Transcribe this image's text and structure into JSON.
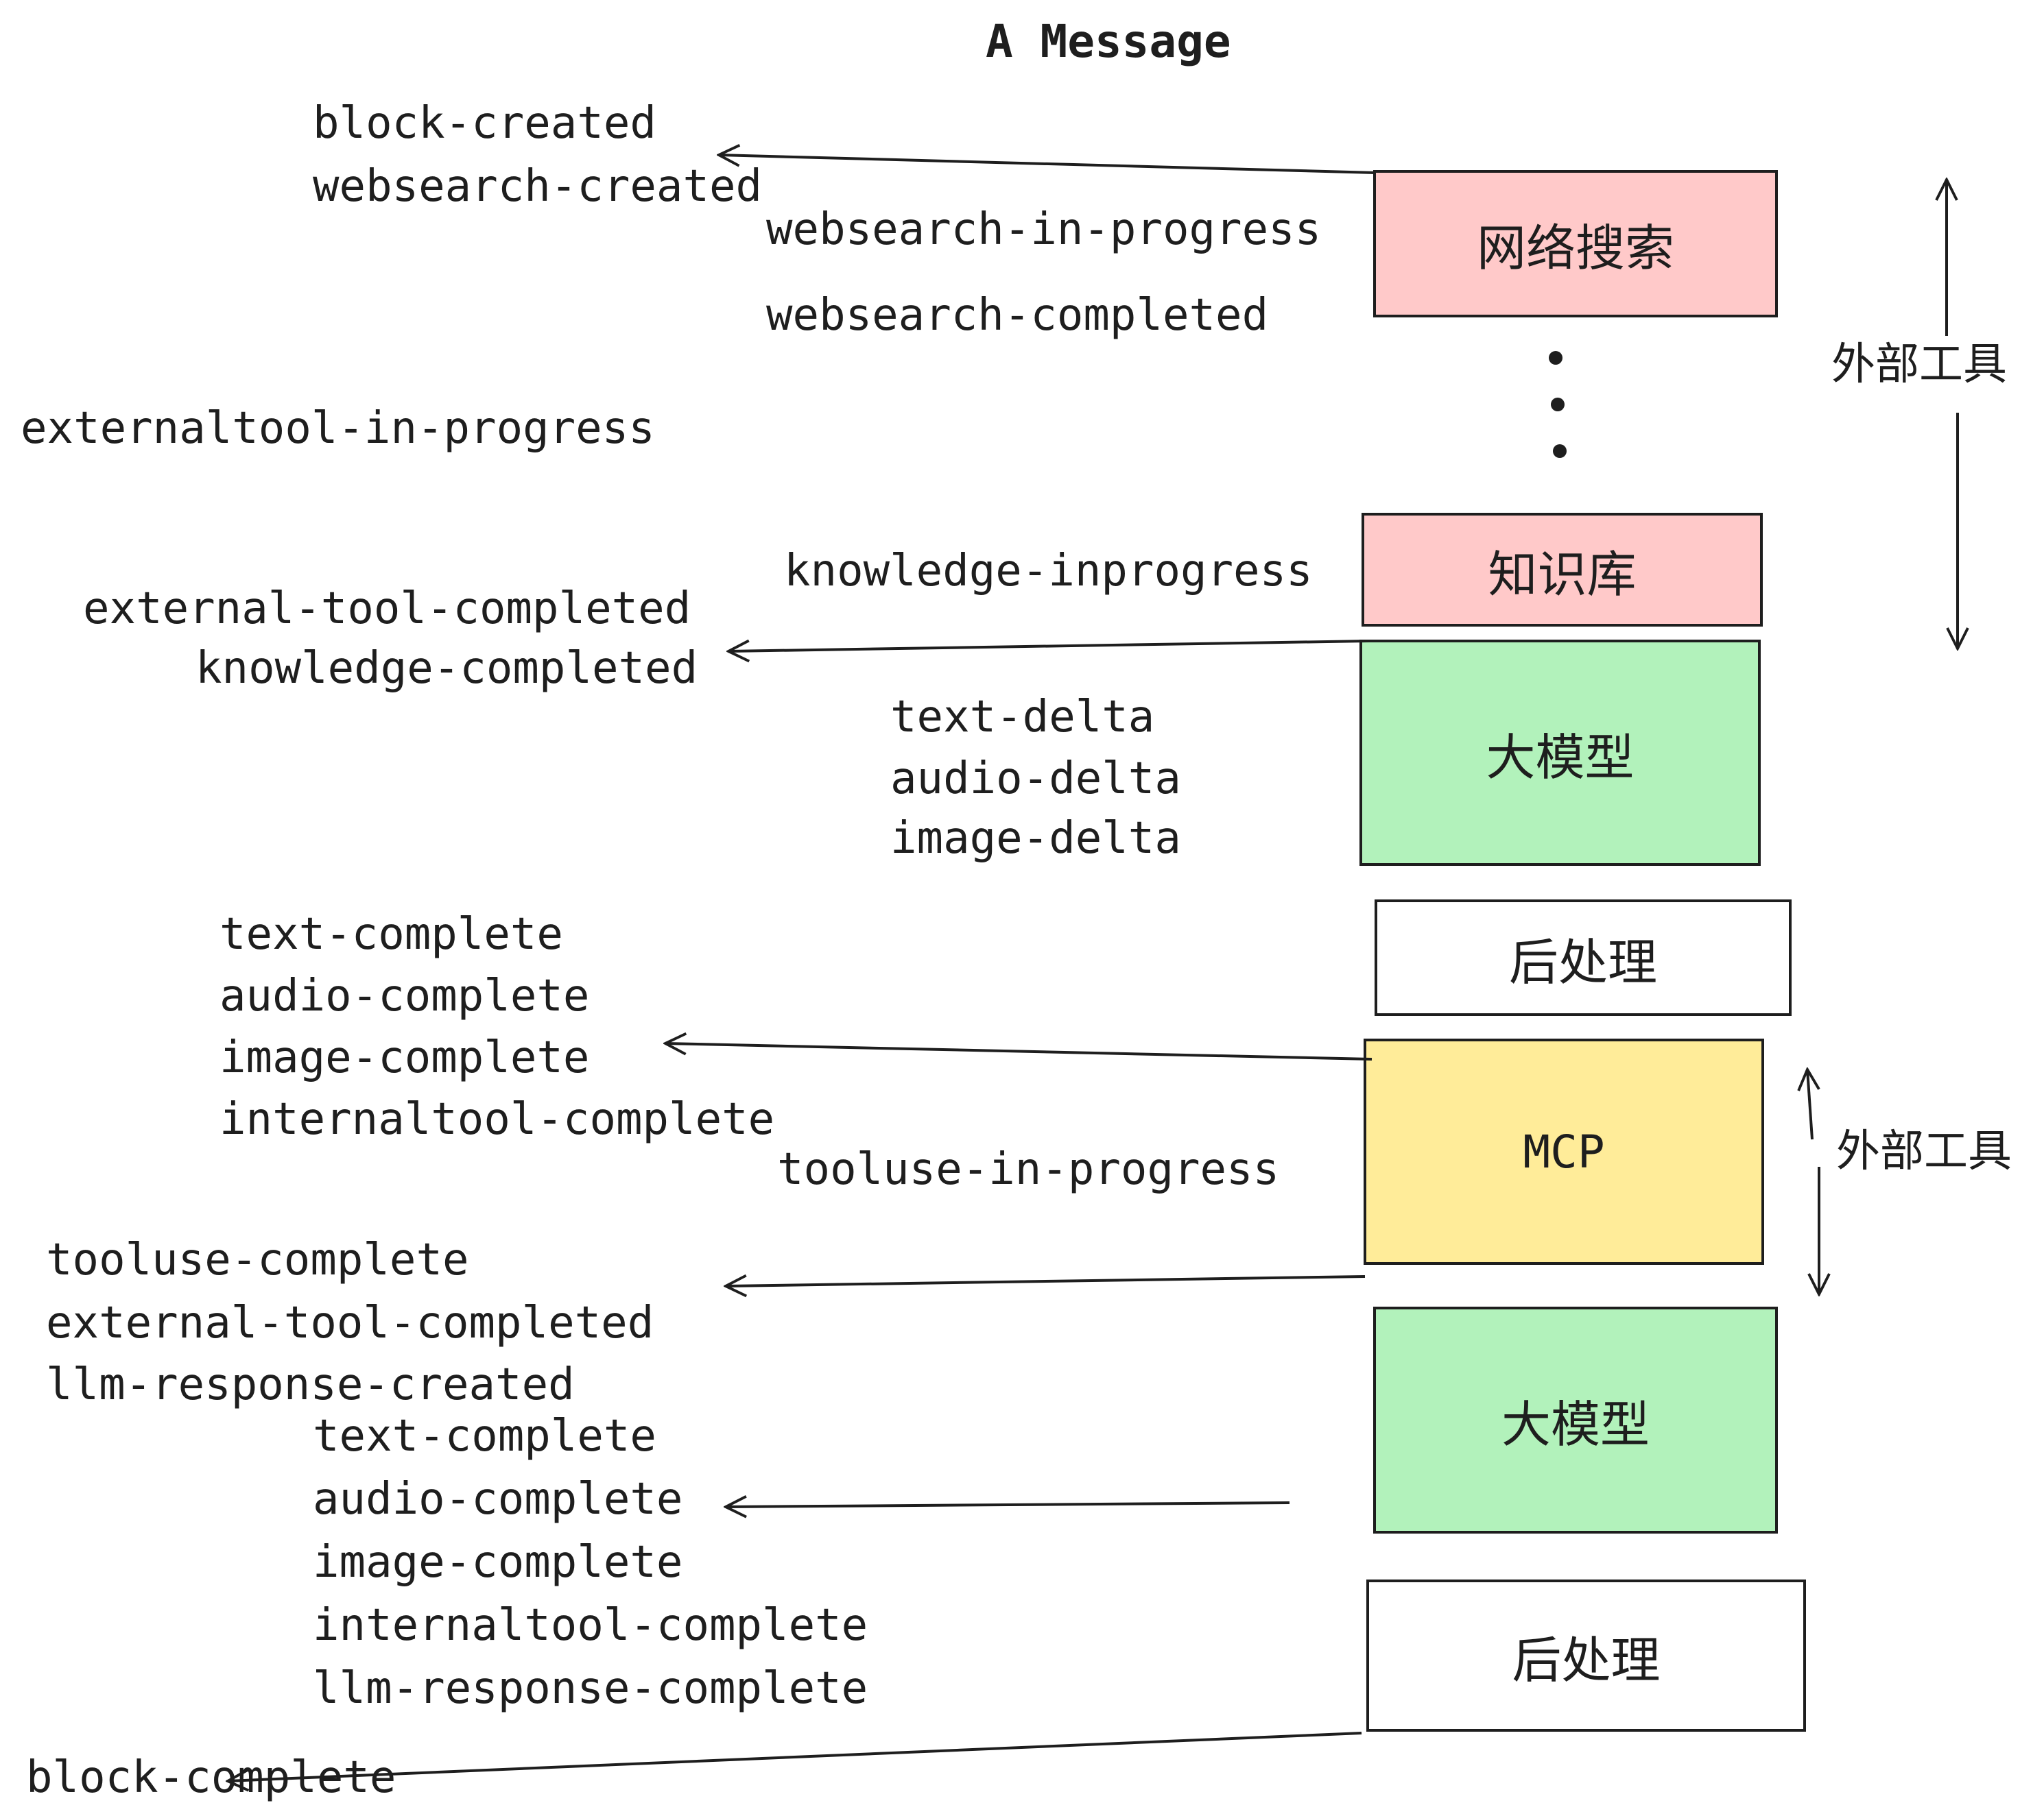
{
  "title": "A Message",
  "nodes": {
    "websearch": "网络搜索",
    "knowledge": "知识库",
    "llm1": "大模型",
    "post1": "后处理",
    "mcp": "MCP",
    "llm2": "大模型",
    "post2": "后处理"
  },
  "side": {
    "external_tools_1": "外部工具",
    "external_tools_2": "外部工具"
  },
  "events": {
    "block_created": "block-created",
    "websearch_created": "websearch-created",
    "websearch_in_progress": "websearch-in-progress",
    "websearch_completed": "websearch-completed",
    "externaltool_in_progress": "externaltool-in-progress",
    "knowledge_inprogress": "knowledge-inprogress",
    "external_tool_completed_1": "external-tool-completed",
    "knowledge_completed": "knowledge-completed",
    "text_delta_1": "text-delta",
    "audio_delta_1": "audio-delta",
    "image_delta_1": "image-delta",
    "text_complete_1": "text-complete",
    "audio_complete_1": "audio-complete",
    "image_complete_1": "image-complete",
    "internaltool_complete_1": "internaltool-complete",
    "tooluse_in_progress": "tooluse-in-progress",
    "tooluse_complete": "tooluse-complete",
    "external_tool_completed_2": "external-tool-completed",
    "llm_response_created": "llm-response-created",
    "text_complete_2": "text-complete",
    "audio_complete_2": "audio-complete",
    "image_complete_2": "image-complete",
    "internaltool_complete_2": "internaltool-complete",
    "llm_response_complete": "llm-response-complete",
    "block_complete": "block-complete"
  },
  "colors": {
    "websearch_fill": "#ffc9c9",
    "knowledge_fill": "#ffc9c9",
    "llm_fill": "#b2f2bb",
    "mcp_fill": "#ffec99",
    "postprocess_fill": "#ffffff",
    "ink": "#1e1e1e",
    "background": "#ffffff"
  }
}
